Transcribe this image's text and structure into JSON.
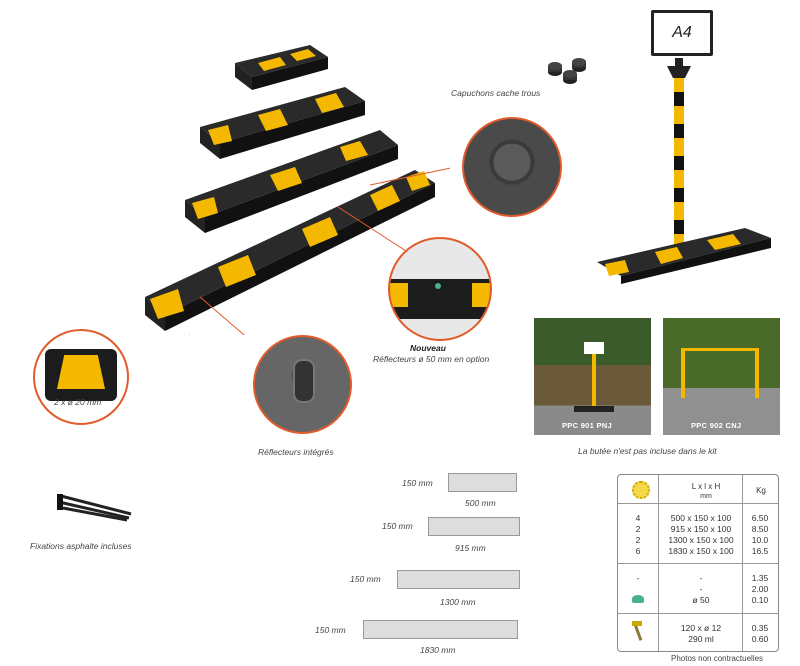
{
  "labels": {
    "caps": "Capuchons cache trous",
    "nouveau": "Nouveau",
    "reflectors_option": "Réflecteurs ø 50 mm en option",
    "hole_spec": "2 x ø 20 mm",
    "integrated_reflectors": "Réflecteurs intégrés",
    "fixations": "Fixations asphalte incluses",
    "kit_note": "La butée n'est pas incluse dans le kit",
    "photo_note": "Photos non contractuelles",
    "sign_text": "A4"
  },
  "photos": [
    {
      "caption": "PPC 901 PNJ"
    },
    {
      "caption": "PPC 902 CNJ"
    }
  ],
  "sizes": [
    {
      "width": "150 mm",
      "length": "500 mm"
    },
    {
      "width": "150 mm",
      "length": "915 mm"
    },
    {
      "width": "150 mm",
      "length": "1300 mm"
    },
    {
      "width": "150 mm",
      "length": "1830 mm"
    }
  ],
  "specs": {
    "header_dims": "L x l x H",
    "header_unit": "mm",
    "header_weight": "Kg",
    "header_icon": "sun-icon",
    "group1": {
      "qty": [
        "4",
        "2",
        "2",
        "6"
      ],
      "dims": [
        "500 x 150 x 100",
        "915 x 150 x 100",
        "1300 x 150 x 100",
        "1830 x 150 x 100"
      ],
      "kg": [
        "6.50",
        "8.50",
        "10.0",
        "16.5"
      ]
    },
    "group2": {
      "qty": [
        "-",
        "",
        ""
      ],
      "dims": [
        "-",
        "-",
        "ø 50"
      ],
      "kg": [
        "1.35",
        "2.00",
        "0.10"
      ],
      "icon": "reflector-icon"
    },
    "group3": {
      "dims": [
        "120 x ø 12",
        "290 ml"
      ],
      "kg": [
        "0.35",
        "0.60"
      ],
      "icon": "tools-icon"
    }
  },
  "colors": {
    "yellow": "#f5b800",
    "black": "#1c1c1c",
    "orange_line": "#e25b2b"
  }
}
